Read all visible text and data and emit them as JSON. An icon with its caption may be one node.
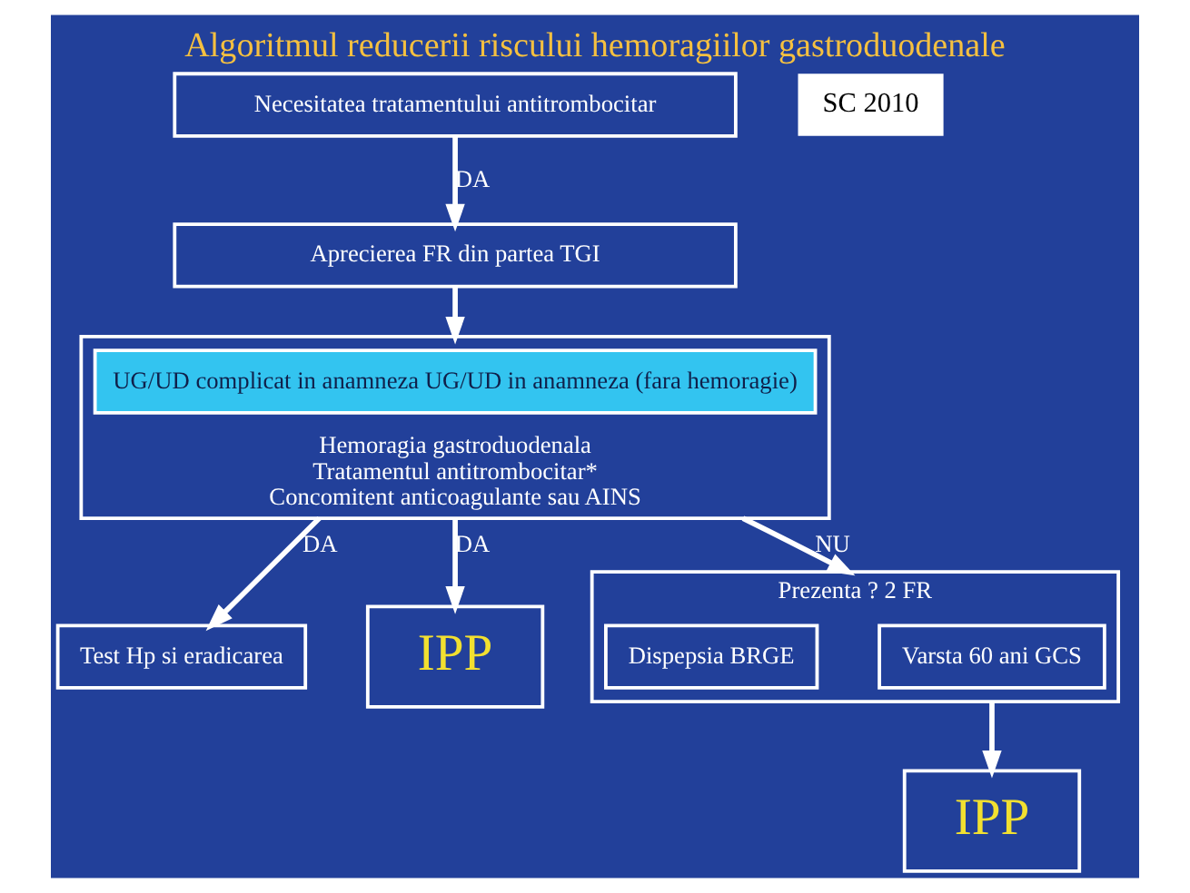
{
  "diagram": {
    "title": "Algoritmul reducerii riscului hemoragiilor gastroduodenale",
    "nodes": [
      {
        "text": [
          "Necesitatea tratamentului antitrombocitar"
        ]
      },
      {
        "text": [
          "Aprecierea FR din partea TGI"
        ]
      },
      {
        "text": [
          "Test Hp si eradicarea"
        ]
      },
      {
        "text": [
          "Hemoragia gastroduodenala",
          "Tratamentul antitrombocitar*",
          "Concomitent anticoagulante sau AINS"
        ]
      },
      {
        "text": [
          "UG/UD complicat in anamneza UG/UD in anamneza (fara hemoragie)"
        ],
        "in": 3
      },
      {
        "text": [
          "IPP"
        ]
      },
      {
        "text": [
          "Prezenta ? 2 FR"
        ]
      },
      {
        "text": [
          "Varsta 60 ani GCS"
        ],
        "in": 6
      },
      {
        "text": [
          "Dispepsia BRGE"
        ],
        "in": 6
      },
      {
        "text": [
          "IPP"
        ]
      }
    ],
    "edges": [
      {
        "from": 0,
        "to": 1,
        "arrow": "to",
        "label": "DA"
      },
      {
        "from": 1,
        "to": 3,
        "arrow": "to"
      },
      {
        "from": 3,
        "to": 2,
        "arrow": "to",
        "label": "DA"
      },
      {
        "from": 3,
        "to": 5,
        "arrow": "to",
        "label": "DA"
      },
      {
        "from": 3,
        "to": 6,
        "arrow": "to",
        "label": "NU"
      },
      {
        "from": 6,
        "to": 9,
        "arrow": "to"
      }
    ],
    "labels": [
      "SC 2010"
    ]
  }
}
